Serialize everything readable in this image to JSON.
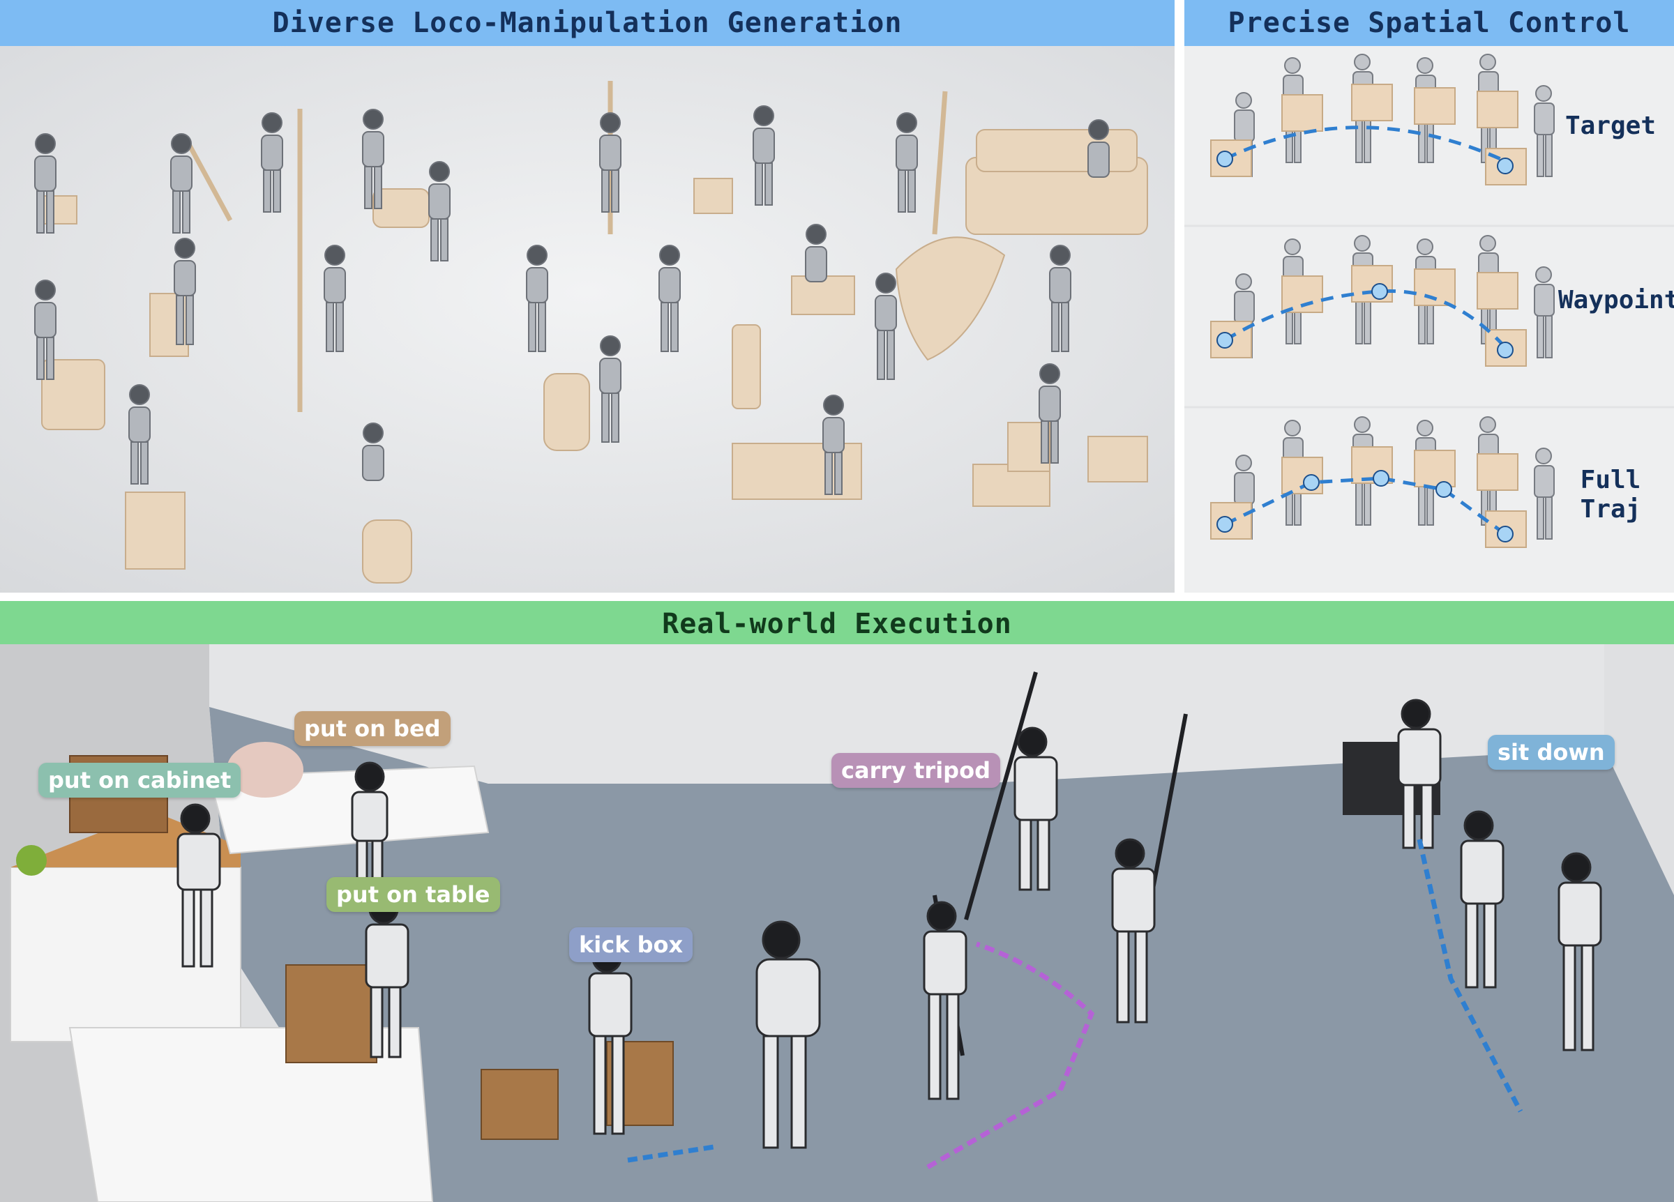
{
  "panels": {
    "generation": {
      "title": "Diverse Loco-Manipulation Generation"
    },
    "spatial": {
      "title": "Precise Spatial Control",
      "rows": [
        {
          "label_lines": [
            "Target"
          ]
        },
        {
          "label_lines": [
            "Waypoint"
          ]
        },
        {
          "label_lines": [
            "Full",
            "Traj"
          ]
        }
      ]
    },
    "real": {
      "title": "Real-world Execution",
      "tags": [
        {
          "text": "put on cabinet",
          "color": "#8cc0ae"
        },
        {
          "text": "put on bed",
          "color": "#c2a07a"
        },
        {
          "text": "put on table",
          "color": "#98ba72"
        },
        {
          "text": "kick box",
          "color": "#8e9fc8"
        },
        {
          "text": "carry tripod",
          "color": "#b891b6"
        },
        {
          "text": "sit down",
          "color": "#7fb3d8"
        }
      ]
    }
  },
  "colors": {
    "header_blue": "#7dbbf3",
    "header_green": "#7ed890",
    "trajectory_blue": "#2f7fd0",
    "trajectory_purple": "#b562d6"
  }
}
